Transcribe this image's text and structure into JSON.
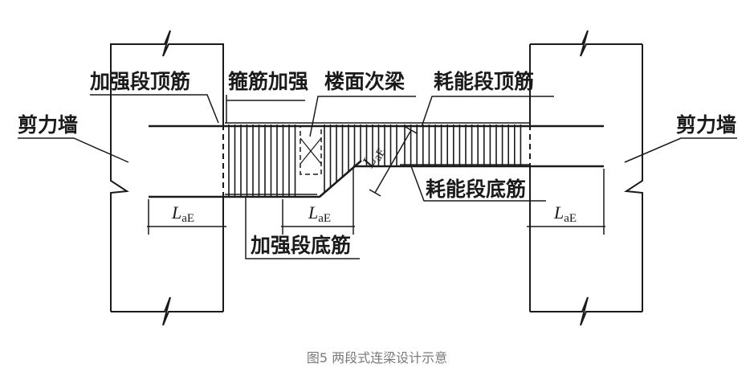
{
  "labels": {
    "top_left": "加强段顶筋",
    "stirrup": "箍筋加强",
    "secondary_beam": "楼面次梁",
    "top_right": "耗能段顶筋",
    "wall_left": "剪力墙",
    "wall_right": "剪力墙",
    "bottom_right": "耗能段底筋",
    "bottom_left": "加强段底筋"
  },
  "dims": {
    "L": "L",
    "sub": "aE"
  },
  "caption": "图5 两段式连梁设计示意"
}
